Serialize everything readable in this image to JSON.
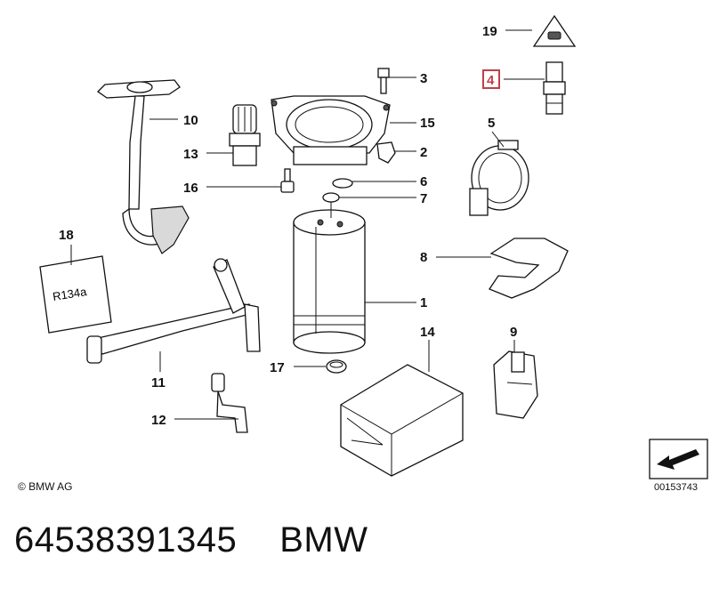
{
  "callouts": {
    "c1": "1",
    "c2": "2",
    "c3": "3",
    "c4": "4",
    "c5": "5",
    "c6": "6",
    "c7": "7",
    "c8": "8",
    "c9": "9",
    "c10": "10",
    "c11": "11",
    "c12": "12",
    "c13": "13",
    "c14": "14",
    "c15": "15",
    "c16": "16",
    "c17": "17",
    "c18": "18",
    "c19": "19"
  },
  "highlighted_callout": "4",
  "highlight_color": "#c0404a",
  "label_card_text": "R134a",
  "copyright": "© BMW AG",
  "reference_number": "00153743",
  "footer": {
    "part_number": "64538391345",
    "brand": "BMW"
  }
}
